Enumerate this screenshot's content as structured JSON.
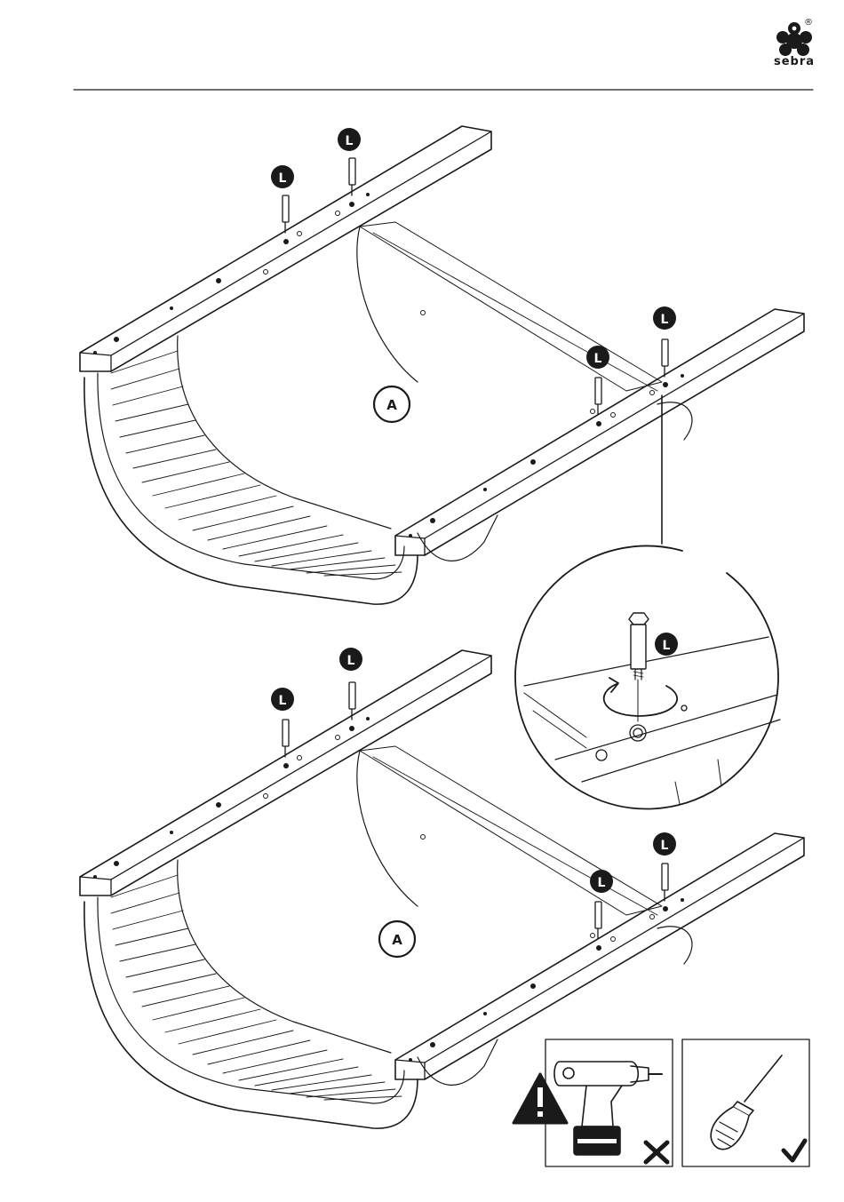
{
  "brand": {
    "name": "sebra",
    "registered": "®"
  },
  "part_label_screw": "L",
  "part_label_frame": "A",
  "tools": [
    {
      "name": "drill",
      "status": "not-allowed",
      "icon": "drill-icon"
    },
    {
      "name": "screwdriver",
      "status": "allowed",
      "icon": "screwdriver-icon"
    }
  ],
  "colors": {
    "ink": "#1a1a1a",
    "paper": "#ffffff"
  }
}
